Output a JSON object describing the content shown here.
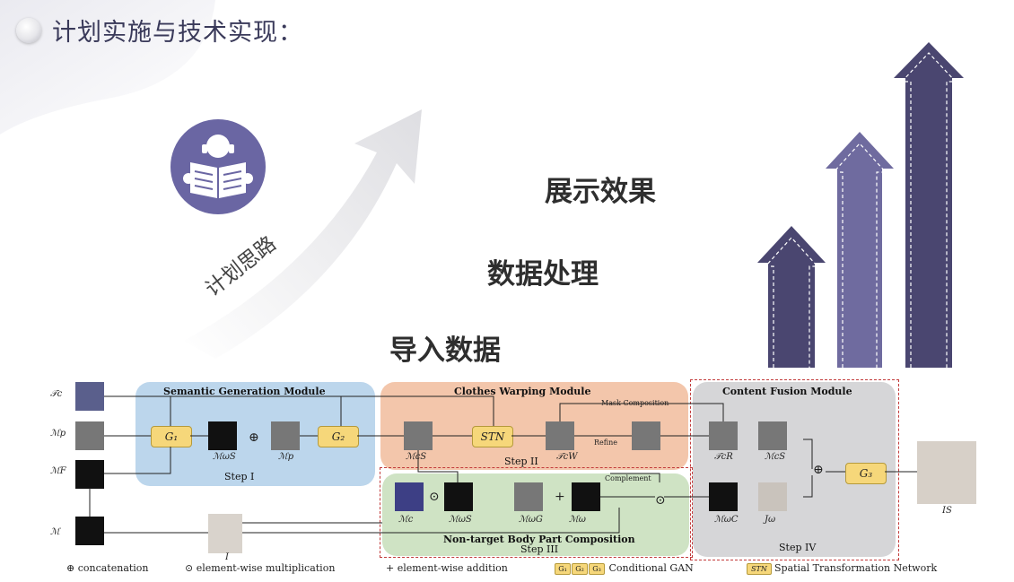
{
  "header": {
    "title": "计划实施与技术实现："
  },
  "curve": {
    "label": "计划思路"
  },
  "stages": [
    {
      "text": "展示效果"
    },
    {
      "text": "数据处理"
    },
    {
      "text": "导入数据"
    }
  ],
  "colors": {
    "accent": "#6a66a3",
    "arrow_dark": "#4a4670",
    "arrow_mid": "#6f6b9f"
  },
  "diagram": {
    "modules": {
      "semantic": {
        "title": "Semantic Generation Module",
        "step": "Step I"
      },
      "warping": {
        "title": "Clothes Warping Module",
        "step": "Step II"
      },
      "fusion": {
        "title": "Content Fusion Module",
        "step": "Step IV"
      },
      "nontarget": {
        "title": "Non-target Body Part Composition",
        "step": "Step III"
      }
    },
    "generators": {
      "g1": "G₁",
      "g2": "G₂",
      "g3": "G₃",
      "stn": "STN"
    },
    "inputs": {
      "tc": "𝒯c",
      "mp": "ℳp",
      "mf": "ℳF",
      "m": "ℳ",
      "i": "I"
    },
    "labels": {
      "mws": "ℳωS",
      "mp2": "ℳp",
      "mcs": "ℳcS",
      "tcw": "𝒯cW",
      "tcr": "𝒯cR",
      "mcs2": "ℳcS",
      "mc": "ℳc",
      "mws2": "ℳωS",
      "mwg": "ℳωG",
      "mw": "ℳω",
      "mwc": "ℳωC",
      "jw": "Jω",
      "is": "IS"
    },
    "notes": {
      "mask": "Mask Composition",
      "refine": "Refine",
      "complement": "Complement"
    },
    "legend": {
      "concat": "⊕ concatenation",
      "mult": "⊙ element-wise multiplication",
      "add": "+ element-wise addition",
      "gan_boxes": [
        "G₁",
        "G₂",
        "G₃"
      ],
      "gan": "Conditional GAN",
      "stn_box": "STN",
      "stn": "Spatial Transformation Network"
    }
  }
}
